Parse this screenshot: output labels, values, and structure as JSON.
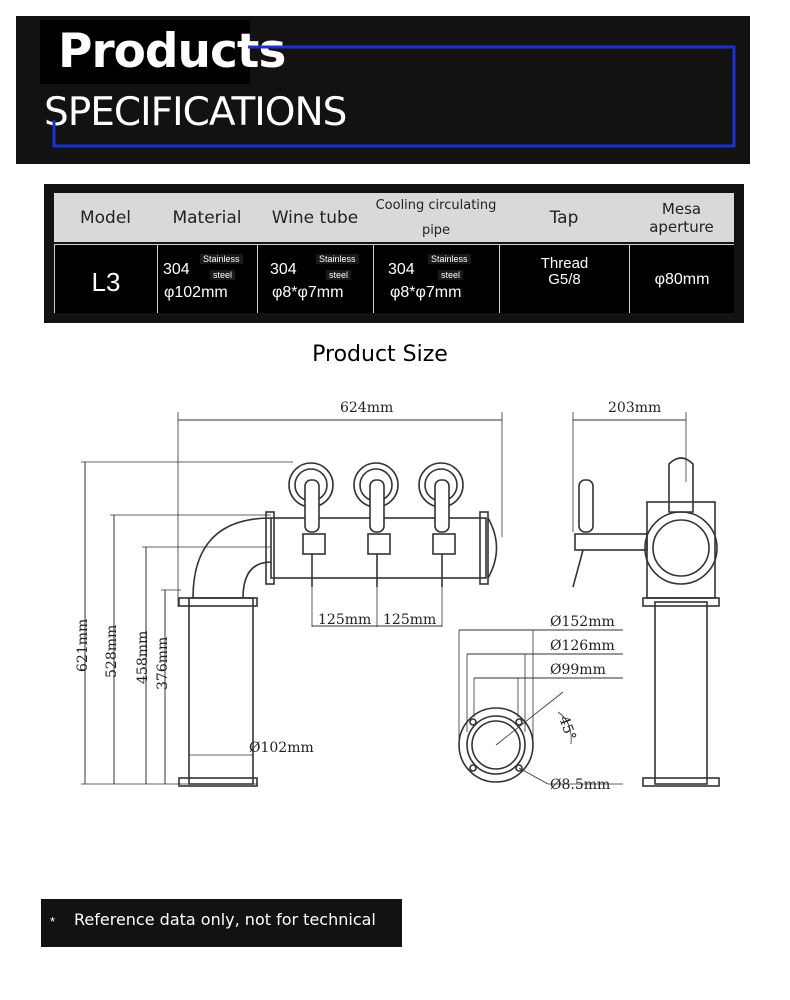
{
  "header": {
    "title": "Products",
    "subtitle": "SPECIFICATIONS"
  },
  "spec_table": {
    "headers": [
      "Model",
      "Material",
      "Wine tube",
      "Cooling circulating pipe",
      "Tap",
      "Mesa aperture"
    ],
    "cooling_header_line1": "Cooling circulating",
    "cooling_header_line2": "pipe",
    "row": {
      "model": "L3",
      "material_grade": "304",
      "material_note1": "Stainless",
      "material_note2": "steel",
      "material_dim": "φ102mm",
      "wine_grade": "304",
      "wine_note1": "Stainless",
      "wine_note2": "steel",
      "wine_dim": "φ8*φ7mm",
      "cooling_grade": "304",
      "cooling_note1": "Stainless",
      "cooling_note2": "steel",
      "cooling_dim": "φ8*φ7mm",
      "tap_line1": "Thread",
      "tap_line2": "G5/8",
      "mesa": "φ80mm"
    }
  },
  "product_size": {
    "title": "Product Size",
    "dims": {
      "width": "624mm",
      "depth": "203mm",
      "h_total": "621mm",
      "h_528": "528mm",
      "h_458": "458mm",
      "h_376": "376mm",
      "tap_spacing_1": "125mm",
      "tap_spacing_2": "125mm",
      "pipe_diameter": "Ø102mm",
      "flange_152": "Ø152mm",
      "flange_126": "Ø126mm",
      "flange_99": "Ø99mm",
      "angle": "45°",
      "hole": "Ø8.5mm"
    }
  },
  "note": {
    "star": "*",
    "text": "Reference data only, not for technical"
  }
}
